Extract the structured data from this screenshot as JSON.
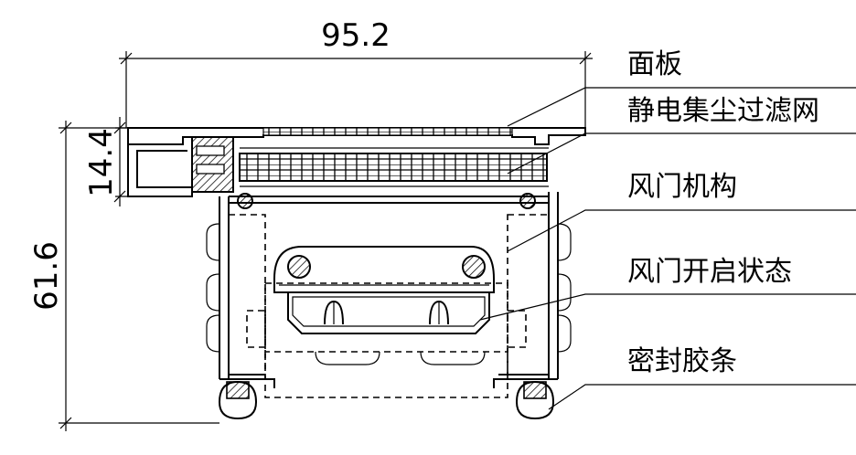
{
  "dimensions": {
    "width_label": "95.2",
    "panel_height_label": "14.4",
    "total_height_label": "61.6"
  },
  "callouts": [
    {
      "label": "面板"
    },
    {
      "label": "静电集尘过滤网"
    },
    {
      "label": "风门机构"
    },
    {
      "label": "风门开启状态"
    },
    {
      "label": "密封胶条"
    }
  ]
}
